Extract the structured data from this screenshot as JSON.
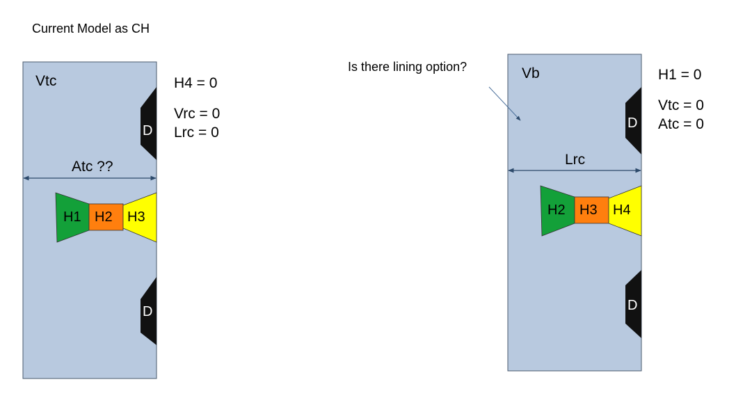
{
  "title": "Current Model as CH",
  "note": "Is there lining option?",
  "left": {
    "volume_label": "Vtc",
    "dimension_label": "Atc ??",
    "door_label": "D",
    "segments": [
      "H1",
      "H2",
      "H3"
    ],
    "conditions_top": [
      "H4 = 0"
    ],
    "conditions_bottom": [
      "Vrc = 0",
      "Lrc = 0"
    ]
  },
  "right": {
    "volume_label": "Vb",
    "dimension_label": "Lrc",
    "door_label": "D",
    "segments": [
      "H2",
      "H3",
      "H4"
    ],
    "conditions_top": [
      "H1 = 0"
    ],
    "conditions_bottom": [
      "Vtc = 0",
      "Atc = 0"
    ]
  },
  "colors": {
    "panel": "#b8c9df",
    "panel_border": "#4a5a6e",
    "door": "#111111",
    "green": "#13a039",
    "orange": "#ff7f0e",
    "yellow": "#ffff00",
    "arrow": "#2d4a6b"
  }
}
